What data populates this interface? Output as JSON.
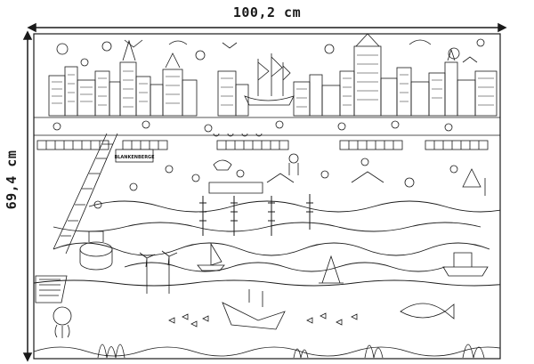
{
  "dimensions": {
    "width_label": "100,2 cm",
    "height_label": "69,4 cm"
  },
  "poster": {
    "signs": [
      "BLANKENBERGE"
    ]
  },
  "colors": {
    "ink": "#1a1a1a",
    "paper": "#ffffff"
  }
}
